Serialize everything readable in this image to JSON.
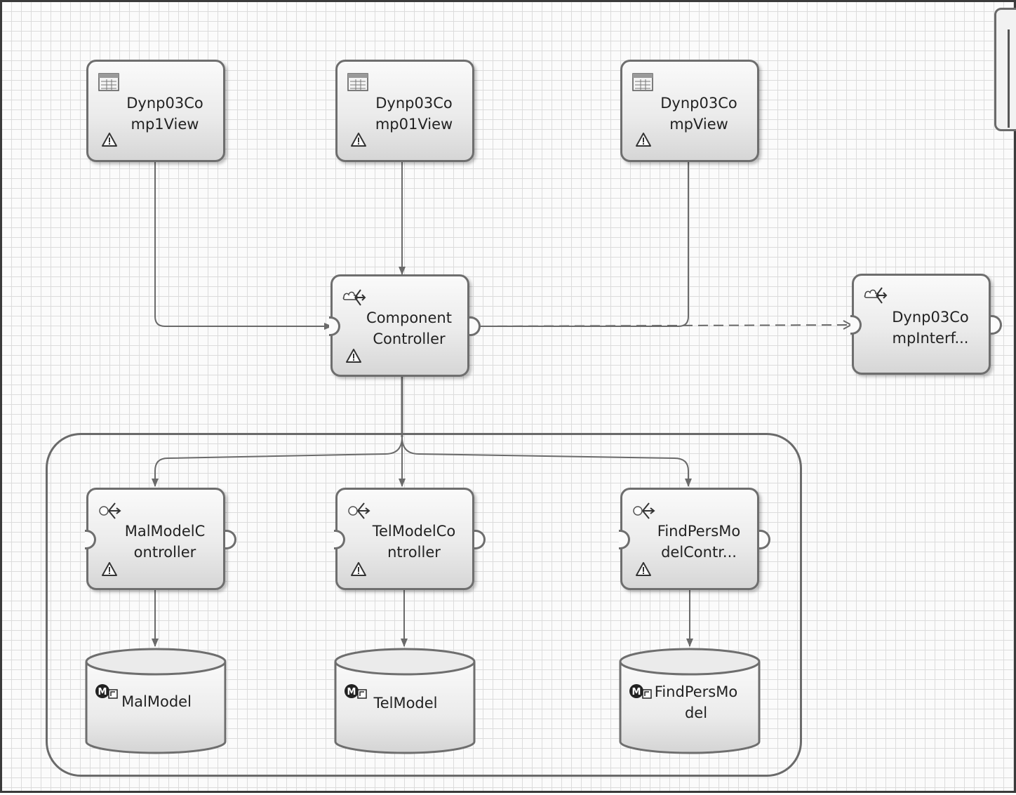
{
  "diagram": {
    "views": [
      {
        "id": "view1",
        "label": "Dynp03Co\nmp1View",
        "icon": "window-icon",
        "warning": true
      },
      {
        "id": "view2",
        "label": "Dynp03Co\nmp01View",
        "icon": "window-icon",
        "warning": true
      },
      {
        "id": "view3",
        "label": "Dynp03Co\nmpView",
        "icon": "window-icon",
        "warning": true
      }
    ],
    "component_controller": {
      "label": "Component\nController",
      "icon": "controller-icon",
      "warning": true
    },
    "interface": {
      "label": "Dynp03Co\nmpInterf...",
      "icon": "controller-icon"
    },
    "model_controllers": [
      {
        "id": "mc1",
        "label": "MalModelC\nontroller",
        "icon": "model-controller-icon",
        "warning": true
      },
      {
        "id": "mc2",
        "label": "TelModelCo\nntroller",
        "icon": "model-controller-icon",
        "warning": true
      },
      {
        "id": "mc3",
        "label": "FindPersMo\ndelContr...",
        "icon": "model-controller-icon",
        "warning": true
      }
    ],
    "models": [
      {
        "id": "m1",
        "label": "MalModel",
        "icon": "model-icon"
      },
      {
        "id": "m2",
        "label": "TelModel",
        "icon": "model-icon"
      },
      {
        "id": "m3",
        "label": "FindPersMo\ndel",
        "icon": "model-icon"
      }
    ],
    "edges": [
      {
        "from": "view1",
        "to": "component_controller",
        "style": "solid"
      },
      {
        "from": "view2",
        "to": "component_controller",
        "style": "solid"
      },
      {
        "from": "view3",
        "to": "component_controller",
        "style": "solid"
      },
      {
        "from": "component_controller",
        "to": "interface",
        "style": "dashed"
      },
      {
        "from": "component_controller",
        "to": "mc1",
        "style": "solid"
      },
      {
        "from": "component_controller",
        "to": "mc2",
        "style": "solid"
      },
      {
        "from": "component_controller",
        "to": "mc3",
        "style": "solid"
      },
      {
        "from": "mc1",
        "to": "m1",
        "style": "solid"
      },
      {
        "from": "mc2",
        "to": "m2",
        "style": "solid"
      },
      {
        "from": "mc3",
        "to": "m3",
        "style": "solid"
      }
    ]
  }
}
